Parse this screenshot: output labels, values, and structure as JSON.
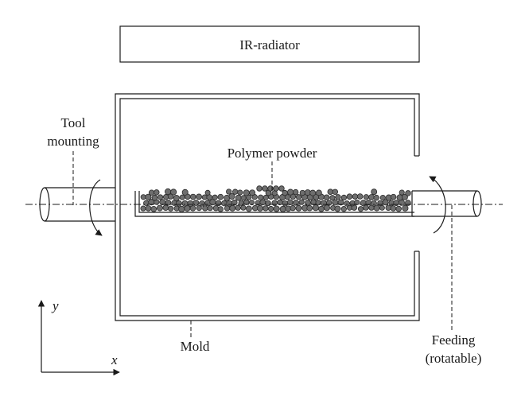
{
  "labels": {
    "radiator": "IR-radiator",
    "tool_line1": "Tool",
    "tool_line2": "mounting",
    "powder": "Polymer powder",
    "mold": "Mold",
    "feeding_line1": "Feeding",
    "feeding_line2": "(rotatable)"
  },
  "axes": {
    "y": "y",
    "x": "x"
  },
  "colors": {
    "line": "#1a1a1a",
    "particle_fill": "#6e6e6e",
    "particle_stroke": "#2a2a2a"
  }
}
